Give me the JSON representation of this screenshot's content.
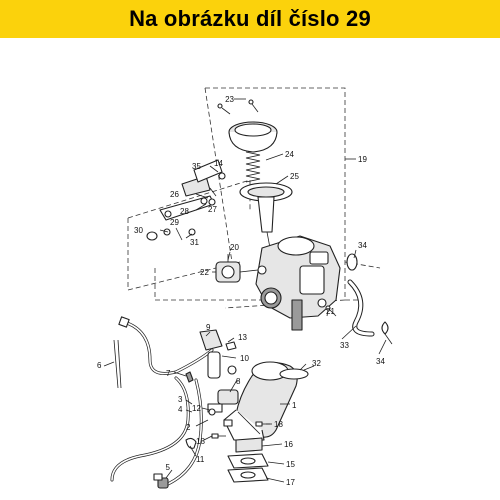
{
  "banner": {
    "text": "Na obrázku díl číslo 29",
    "color": "#fbd20c"
  },
  "labels": {
    "p1": "1",
    "p2": "2",
    "p3": "3",
    "p4": "4",
    "p5": "5",
    "p6": "6",
    "p7": "7",
    "p8": "8",
    "p9": "9",
    "p10": "10",
    "p11": "11",
    "p12": "12",
    "p13": "13",
    "p14": "14",
    "p15": "15",
    "p16": "16",
    "p17": "17",
    "p18a": "18",
    "p18b": "18",
    "p19": "19",
    "p20": "20",
    "p21": "21",
    "p22": "22",
    "p23": "23",
    "p24": "24",
    "p25": "25",
    "p26": "26",
    "p27": "27",
    "p28": "28",
    "p29": "29",
    "p30": "30",
    "p31": "31",
    "p32": "32",
    "p33": "33",
    "p34a": "34",
    "p34b": "34",
    "p35": "35"
  }
}
